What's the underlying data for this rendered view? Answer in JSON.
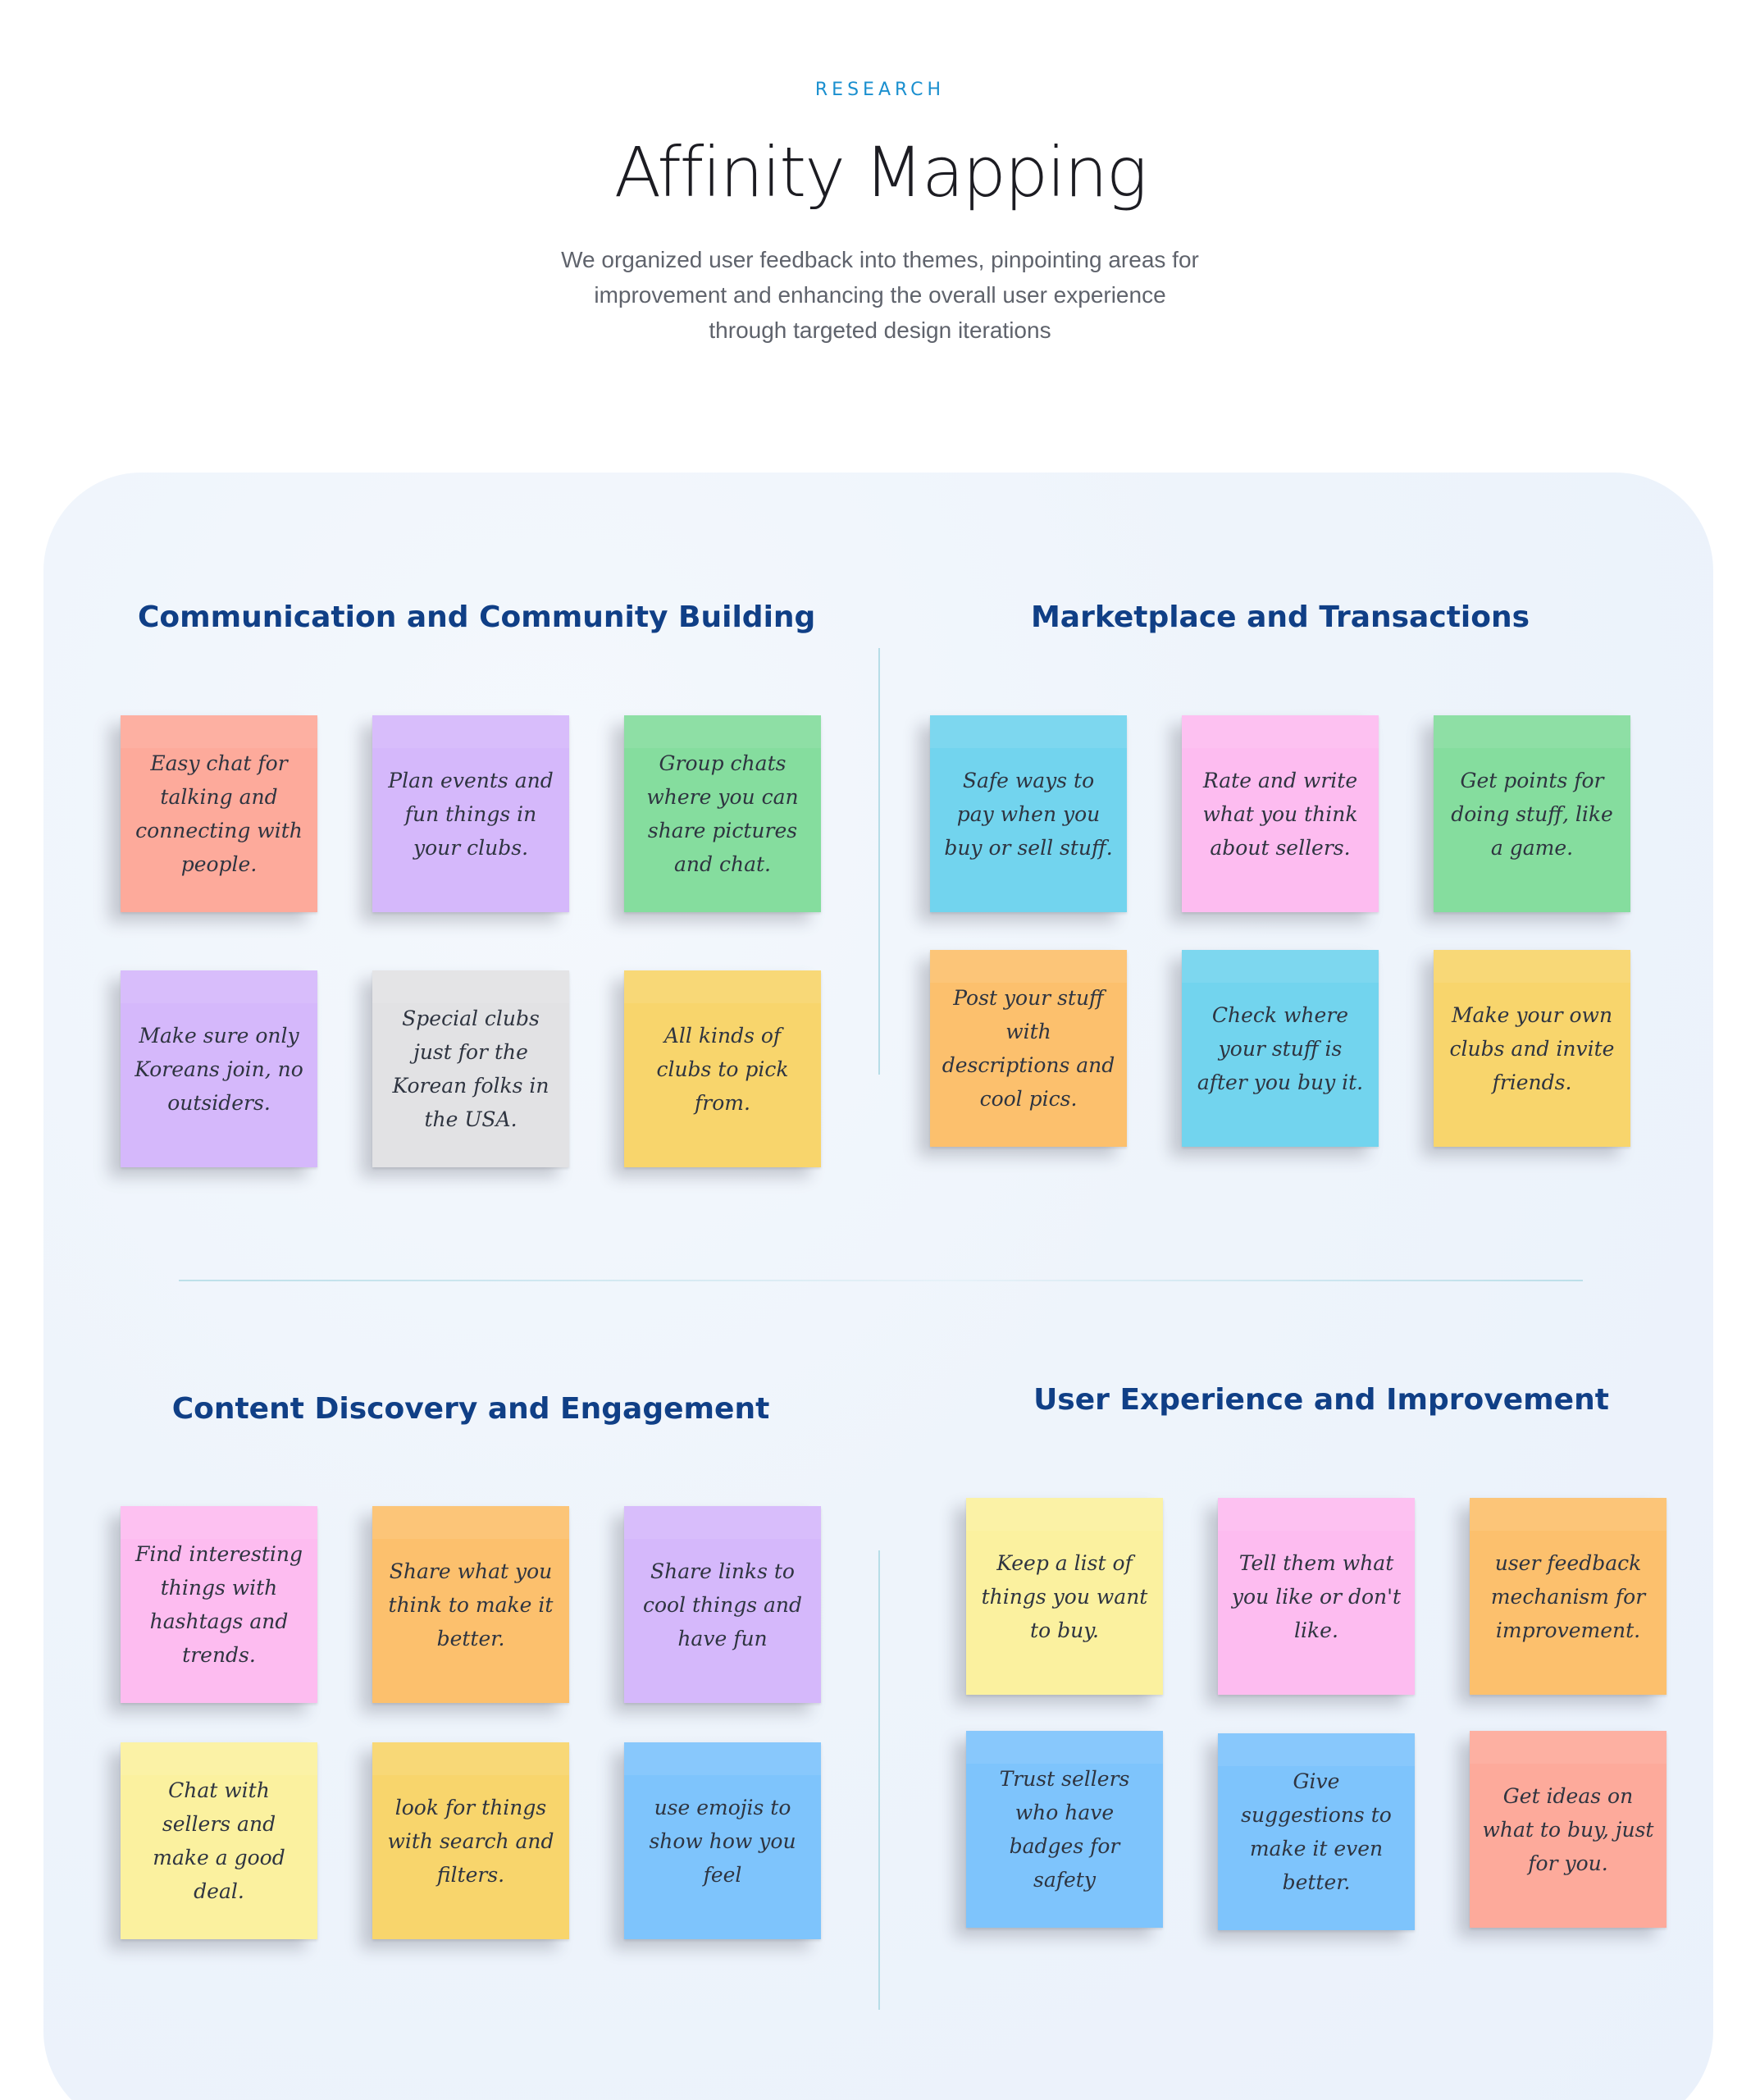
{
  "header": {
    "eyebrow": "RESEARCH",
    "title": "Affinity Mapping",
    "subtitle": "We organized user feedback into themes, pinpointing areas for improvement and enhancing the overall user experience through targeted design iterations"
  },
  "colors": {
    "accent": "#1a8fcf",
    "category_title": "#103f86",
    "board_background": "#eef4fb",
    "divider": "#b7dde7"
  },
  "categories": [
    {
      "title": "Communication and Community Building",
      "notes": [
        {
          "text": "Easy chat for talking and connecting with people.",
          "color": "#fdaa9b"
        },
        {
          "text": "Plan events and fun things in your clubs.",
          "color": "#d5b8fb"
        },
        {
          "text": "Group chats where you can share pictures and chat.",
          "color": "#85dd9e"
        },
        {
          "text": "Make sure only Koreans join, no outsiders.",
          "color": "#d5b8fb"
        },
        {
          "text": "Special clubs just for the Korean folks in the USA.",
          "color": "#e2e2e4"
        },
        {
          "text": "All kinds of clubs to pick from.",
          "color": "#f8d56c"
        }
      ]
    },
    {
      "title": "Marketplace and Transactions",
      "notes": [
        {
          "text": "Safe ways to pay when you buy or sell stuff.",
          "color": "#72d4ee"
        },
        {
          "text": "Rate and write what you think about sellers.",
          "color": "#fdbcf0"
        },
        {
          "text": "Get points for doing stuff, like a game.",
          "color": "#85dd9e"
        },
        {
          "text": "Post your stuff with descriptions and cool pics.",
          "color": "#fcc06d"
        },
        {
          "text": "Check where your stuff is after you buy it.",
          "color": "#72d4ee"
        },
        {
          "text": "Make your own clubs and invite friends.",
          "color": "#f8d56c"
        }
      ]
    },
    {
      "title": "Content Discovery and Engagement",
      "notes": [
        {
          "text": "Find interesting things with hashtags and trends.",
          "color": "#fdbcf0"
        },
        {
          "text": "Share what you think to make it better.",
          "color": "#fcc06d"
        },
        {
          "text": "Share links to cool things and have fun",
          "color": "#d5b8fb"
        },
        {
          "text": "Chat with sellers and make a good deal.",
          "color": "#fbf19f"
        },
        {
          "text": "look for things with search and filters.",
          "color": "#f8d56c"
        },
        {
          "text": "use emojis to show how you feel",
          "color": "#7ec4fc"
        }
      ]
    },
    {
      "title": "User Experience and Improvement",
      "notes": [
        {
          "text": "Keep a list of things you want to buy.",
          "color": "#fbf19f"
        },
        {
          "text": "Tell them what you like or don't like.",
          "color": "#fdbcf0"
        },
        {
          "text": "user feedback mechanism for improvement.",
          "color": "#fcc06d"
        },
        {
          "text": "Trust sellers who have badges for safety",
          "color": "#7ec4fc"
        },
        {
          "text": "Give suggestions to make it even better.",
          "color": "#7ec4fc"
        },
        {
          "text": "Get ideas on what to buy, just for you.",
          "color": "#fdaa9b"
        }
      ]
    }
  ]
}
